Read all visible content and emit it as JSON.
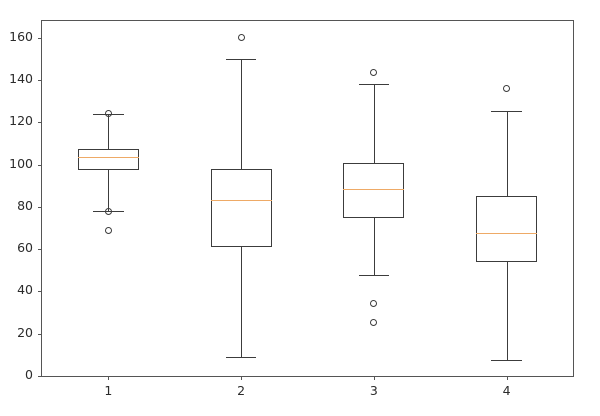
{
  "chart_data": {
    "type": "box",
    "title": "",
    "xlabel": "",
    "ylabel": "",
    "grid": false,
    "legend": null,
    "xlim": [
      0.5,
      4.5
    ],
    "ylim": [
      0,
      168
    ],
    "x_tick_labels": [
      "1",
      "2",
      "3",
      "4"
    ],
    "x_tick_positions": [
      1,
      2,
      3,
      4
    ],
    "y_tick_labels": [
      "0",
      "20",
      "40",
      "60",
      "80",
      "100",
      "120",
      "140",
      "160"
    ],
    "y_tick_positions": [
      0,
      20,
      40,
      60,
      80,
      100,
      120,
      140,
      160
    ],
    "categories": [
      "1",
      "2",
      "3",
      "4"
    ],
    "boxes": [
      {
        "label": "1",
        "position": 1,
        "whisker_low": 78,
        "q1": 97.5,
        "median": 103.5,
        "q3": 107.5,
        "whisker_high": 124,
        "fliers": [
          124,
          78,
          69
        ]
      },
      {
        "label": "2",
        "position": 2,
        "whisker_low": 9,
        "q1": 61,
        "median": 83.5,
        "q3": 98,
        "whisker_high": 150,
        "fliers": [
          160
        ]
      },
      {
        "label": "3",
        "position": 3,
        "whisker_low": 48,
        "q1": 75,
        "median": 88.5,
        "q3": 101,
        "whisker_high": 138,
        "fliers": [
          143.5,
          34.5,
          25.5
        ]
      },
      {
        "label": "4",
        "position": 4,
        "whisker_low": 7.5,
        "q1": 54,
        "median": 67.5,
        "q3": 85,
        "whisker_high": 125.5,
        "fliers": [
          136
        ]
      }
    ],
    "colors": {
      "box_edge": "#3c3c3c",
      "median": "#eeaa66",
      "whisker": "#3c3c3c",
      "flier_edge": "#3c3c3c",
      "axis": "#555555",
      "background": "#ffffff",
      "tick_label": "#2b2b2b"
    },
    "box_width_data_units": 0.46
  }
}
